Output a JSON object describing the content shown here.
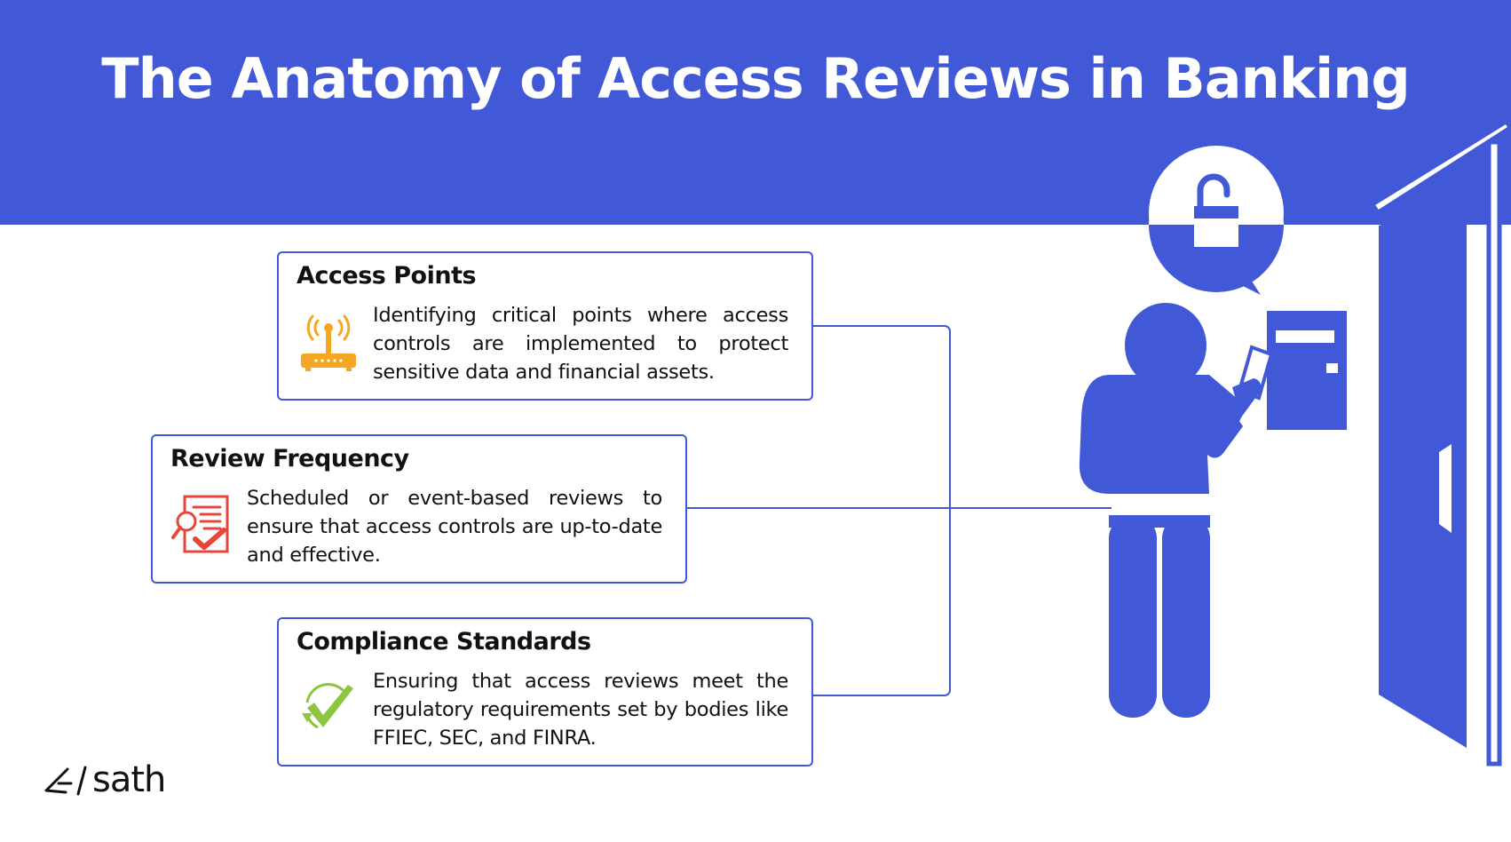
{
  "header": {
    "title": "The Anatomy of Access Reviews in Banking"
  },
  "cards": [
    {
      "title": "Access Points",
      "text": "Identifying critical points where access controls are implemented to protect sensitive data and financial assets.",
      "icon": "wifi-router-icon",
      "icon_color": "#f5a623"
    },
    {
      "title": "Review Frequency",
      "text": "Scheduled or event-based reviews to ensure that access controls are up-to-date and effective.",
      "icon": "document-review-icon",
      "icon_color": "#e8453c"
    },
    {
      "title": "Compliance Standards",
      "text": "Ensuring that access reviews meet the regulatory requirements set by bodies like FFIEC, SEC, and FINRA.",
      "icon": "checkmark-icon",
      "icon_color": "#8cc63f"
    }
  ],
  "illustration": {
    "figure": "person-with-access-card-icon",
    "door": "open-door-icon",
    "bubble": "unlocked-padlock-icon",
    "accent": "#4159d6"
  },
  "logo": {
    "text": "sath"
  }
}
